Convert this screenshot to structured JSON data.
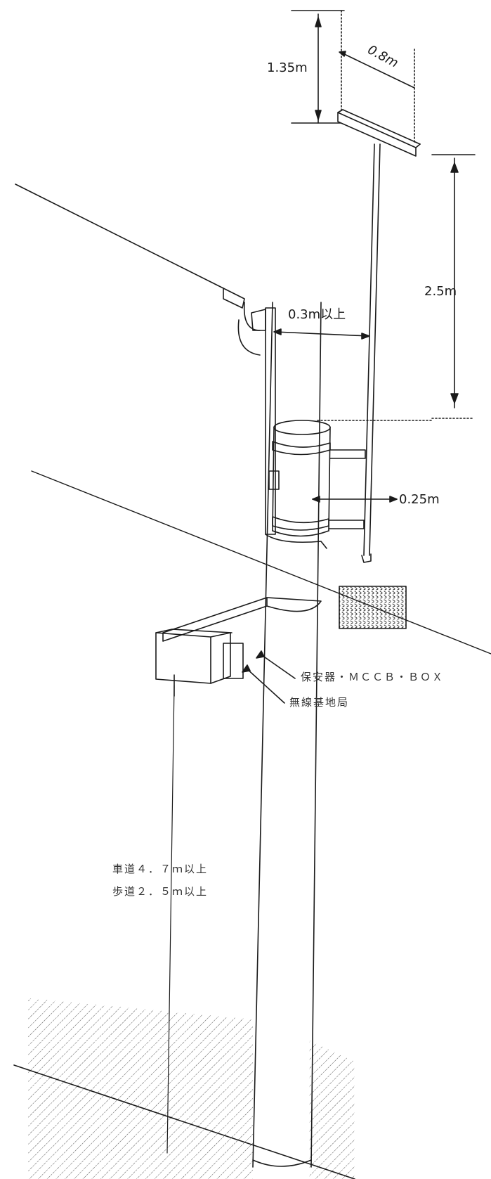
{
  "dimensions": {
    "antenna_height": "1.35m",
    "antenna_width": "0.8m",
    "antenna_to_equipment": "2.5m",
    "arm_clearance": "0.3m以上",
    "pole_offset": "0.25m"
  },
  "labels": {
    "breaker_box": "保安器・ＭＣＣＢ・ＢＯＸ",
    "base_station": "無線基地局",
    "roadway_clearance": "車道４．７ｍ以上",
    "sidewalk_clearance": "歩道２．５ｍ以上"
  },
  "colors": {
    "ink": "#1a1a1a",
    "paper": "#ffffff"
  }
}
